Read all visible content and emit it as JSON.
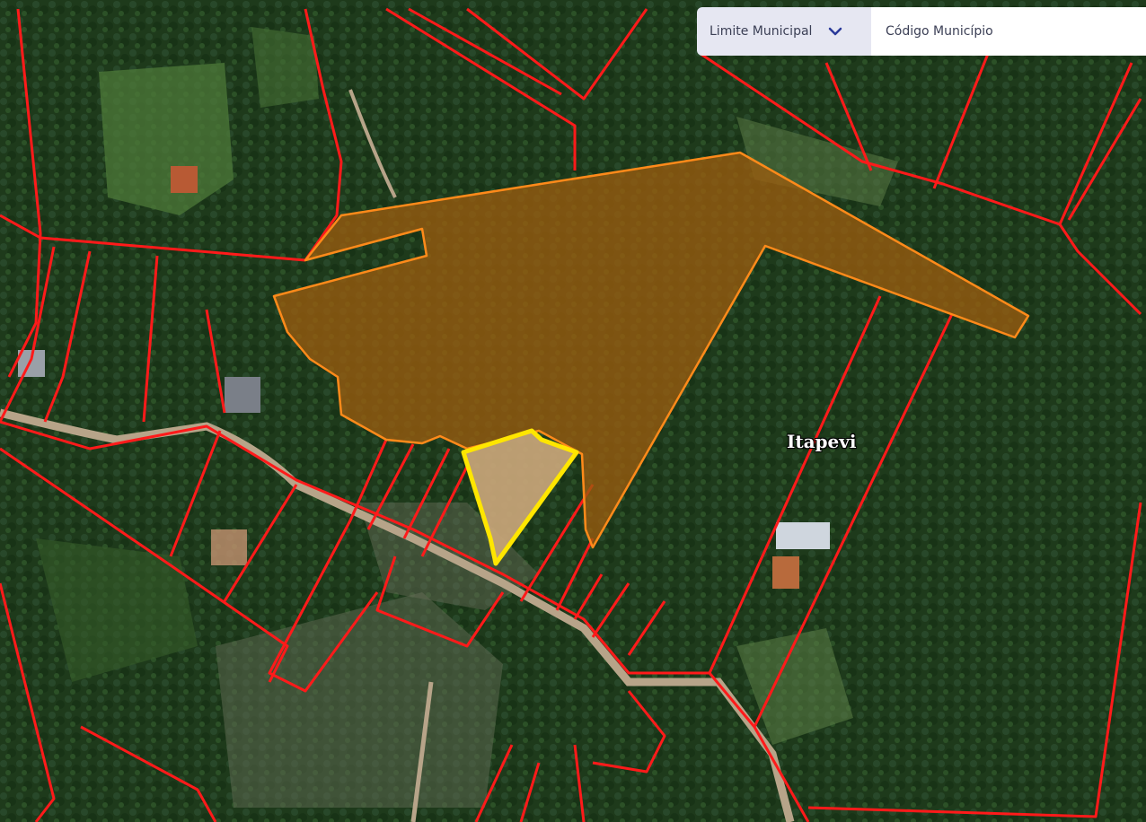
{
  "toolbar": {
    "layer_select_label": "Limite Municipal",
    "code_placeholder": "Código Município"
  },
  "map": {
    "place_label": "Itapevi",
    "colors": {
      "forest": "#1f3a1c",
      "parcel_stroke": "#ff1a1a",
      "highlight_fill": "#9a5c10",
      "highlight_stroke": "#ff8a1a",
      "selected_fill": "#c9a67a",
      "selected_stroke": "#ffe600",
      "road": "#b7a489"
    }
  }
}
